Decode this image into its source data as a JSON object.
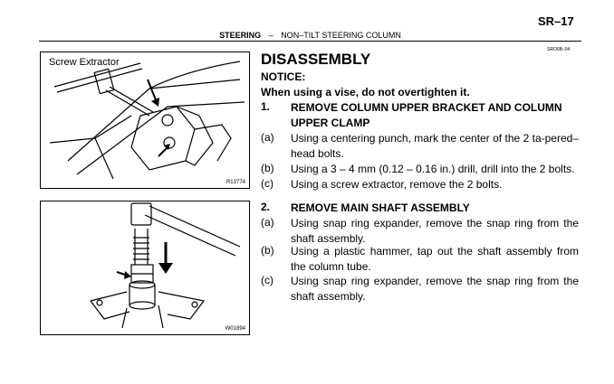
{
  "header": {
    "page_number": "SR–17",
    "section": "STEERING",
    "separator": "–",
    "subsection": "NON–TILT STEERING COLUMN",
    "doc_code": "SRO6B–04"
  },
  "figure1": {
    "label": "Screw Extractor",
    "code": "R13774"
  },
  "figure2": {
    "code": "W01894"
  },
  "content": {
    "title": "DISASSEMBLY",
    "notice_label": "NOTICE:",
    "notice_text": "When using a vise, do not overtighten it.",
    "steps": [
      {
        "num": "1.",
        "title": "REMOVE COLUMN UPPER BRACKET AND COLUMN UPPER CLAMP",
        "subs": [
          {
            "letter": "(a)",
            "text": "Using a centering punch, mark the center of the 2 ta-pered–head bolts."
          },
          {
            "letter": "(b)",
            "text": "Using a 3 – 4 mm (0.12 – 0.16 in.) drill, drill into the 2 bolts."
          },
          {
            "letter": "(c)",
            "text": "Using a screw extractor, remove the 2 bolts."
          }
        ]
      },
      {
        "num": "2.",
        "title": "REMOVE MAIN SHAFT ASSEMBLY",
        "subs": [
          {
            "letter": "(a)",
            "text": "Using snap ring expander, remove the snap ring from the shaft assembly."
          },
          {
            "letter": "(b)",
            "text": "Using a plastic hammer, tap out the shaft assembly from the column tube."
          },
          {
            "letter": "(c)",
            "text": "Using snap ring expander, remove the snap ring from the shaft assembly."
          }
        ]
      }
    ]
  }
}
